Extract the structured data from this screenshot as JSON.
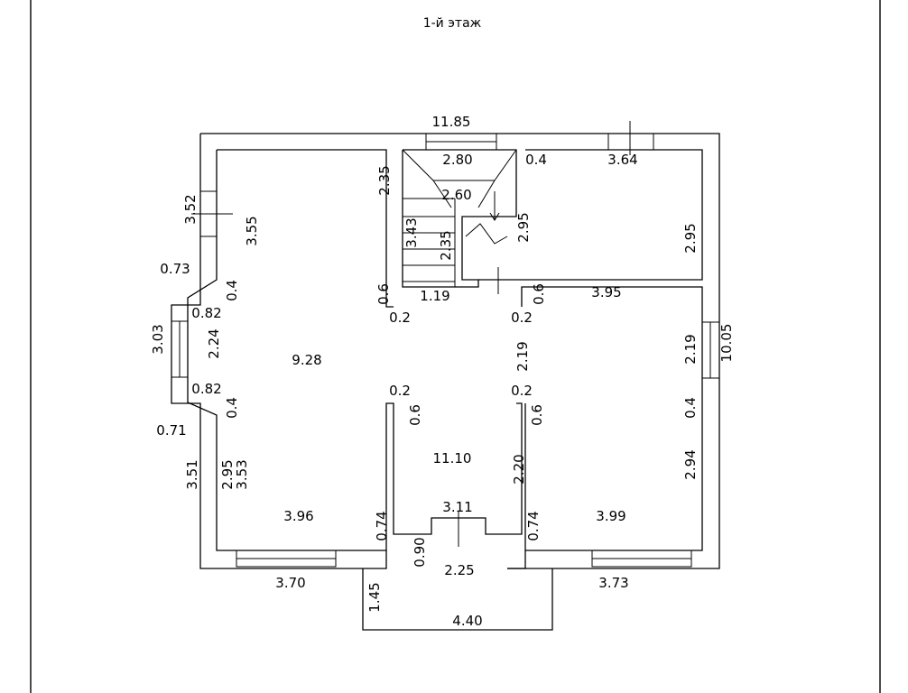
{
  "title": "1-й этаж",
  "dims": {
    "overall_width": "11.85",
    "stair_top": "2.80",
    "gap_04": "0.4",
    "window_top_right": "3.64",
    "stair_inner": "2.60",
    "left_upper_wall": "2.35",
    "stair_left": "3.43",
    "stair_right": "2.35",
    "stair_depth": "2.95",
    "room_tr_height": "2.95",
    "left_window": "3.52",
    "room_tl_height": "3.55",
    "offset_073": "0.73",
    "seg_04_a": "0.4",
    "seg_06_a": "0.6",
    "stair_bottom": "1.19",
    "seg_06_b": "0.6",
    "room_right_width": "3.95",
    "wall_02_a": "0.2",
    "wall_02_b": "0.2",
    "offset_082_a": "0.82",
    "bay_width": "3.03",
    "seg_224": "2.24",
    "hall_area": "9.28",
    "seg_219_a": "2.19",
    "seg_219_b": "2.19",
    "overall_height": "10.05",
    "offset_082_b": "0.82",
    "wall_02_c": "0.2",
    "wall_02_d": "0.2",
    "seg_04_b": "0.4",
    "seg_06_c": "0.6",
    "seg_06_d": "0.6",
    "seg_04_c": "0.4",
    "offset_071": "0.71",
    "center_area": "11.10",
    "left_lower": "3.51",
    "room_bl_h1": "2.95",
    "room_bl_h2": "3.53",
    "seg_220": "2.20",
    "room_br_h": "2.94",
    "door_width": "3.11",
    "room_bl_width": "3.96",
    "seg_074_a": "0.74",
    "seg_074_b": "0.74",
    "room_br_width": "3.99",
    "porch_090": "0.90",
    "porch_width": "2.25",
    "bottom_left_width": "3.70",
    "bottom_right_width": "3.73",
    "porch_depth": "1.45",
    "porch_total": "4.40"
  }
}
